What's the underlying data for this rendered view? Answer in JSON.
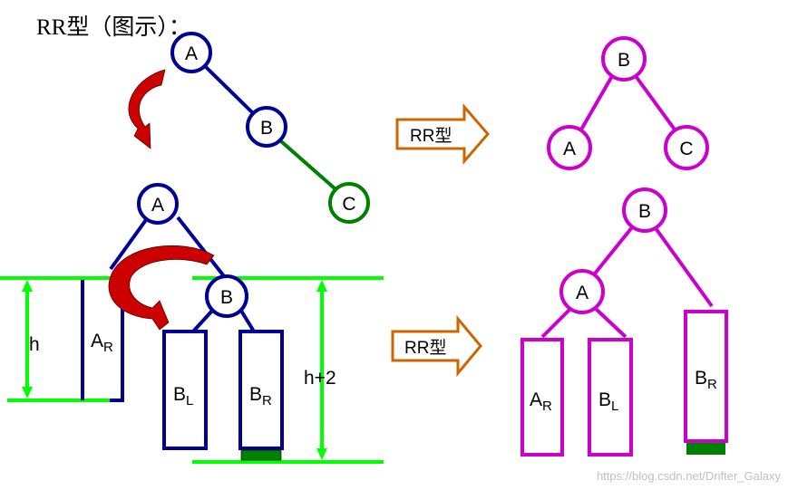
{
  "title": "RR型（图示）：",
  "watermark": "https://blog.csdn.net/Drifter_Galaxy",
  "arrow_label_1": "RR型",
  "arrow_label_2": "RR型",
  "nodes": {
    "a": "A",
    "b": "B",
    "c": "C"
  },
  "subtrees": {
    "ar": "A",
    "ar_sub": "R",
    "bl": "B",
    "bl_sub": "L",
    "br": "B",
    "br_sub": "R"
  },
  "heights": {
    "left": "h",
    "right": "h+2"
  },
  "colors": {
    "navy": "#000099",
    "green": "#008000",
    "lime": "#00ff00",
    "magenta": "#cc00cc",
    "red": "#cc0000",
    "orange": "#cc6600"
  }
}
